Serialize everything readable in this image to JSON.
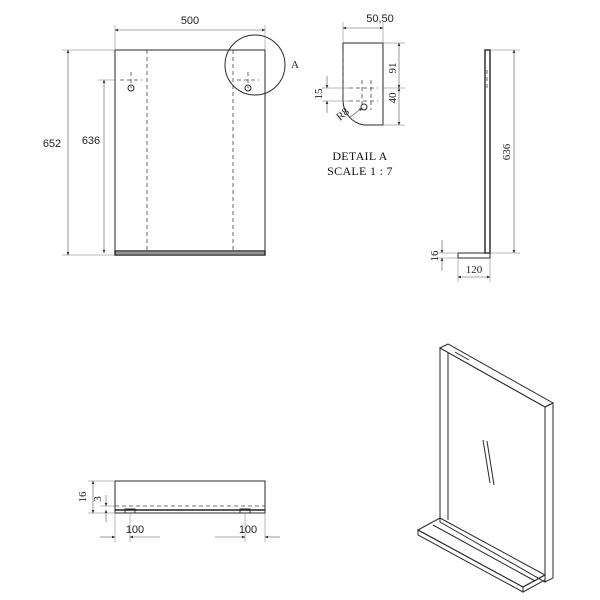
{
  "front_view": {
    "width_label": "500",
    "overall_height_label": "652",
    "mirror_height_label": "636",
    "detail_callout": "A"
  },
  "detail_view": {
    "width_label": "50,50",
    "top_offset_label": "91",
    "slot_height_label": "40",
    "slot_width_label": "15",
    "radius_label": "R8",
    "title_line1": "DETAIL A",
    "title_line2": "SCALE 1 : 7"
  },
  "side_view": {
    "height_label": "636",
    "shelf_thickness_label": "16",
    "shelf_depth_label": "120"
  },
  "bottom_view": {
    "thickness_label": "16",
    "inset_label": "3",
    "left_offset_label": "100",
    "right_offset_label": "100"
  }
}
